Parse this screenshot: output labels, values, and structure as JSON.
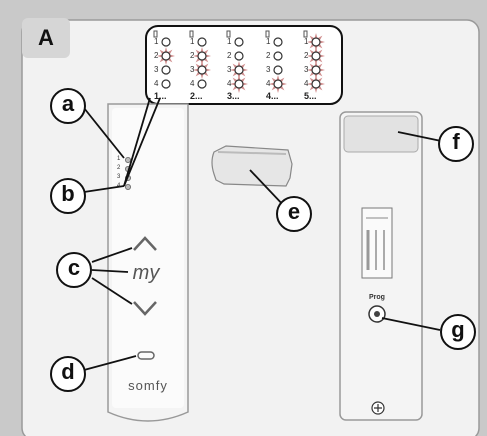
{
  "panel_label": "A",
  "callouts": {
    "a": "a",
    "b": "b",
    "c": "c",
    "d": "d",
    "e": "e",
    "f": "f",
    "g": "g"
  },
  "led_steps": [
    "1...",
    "2...",
    "3...",
    "4...",
    "5..."
  ],
  "led_numbers": [
    "1",
    "2",
    "3",
    "4"
  ],
  "remote_front": {
    "my_label": "my",
    "brand": "somfy"
  },
  "remote_back": {
    "prog_label": "Prog"
  },
  "colors": {
    "background": "#c9c9c9",
    "frame": "#f2f2f2",
    "remote": "#f4f4f4",
    "flash": "#c87a7a"
  }
}
